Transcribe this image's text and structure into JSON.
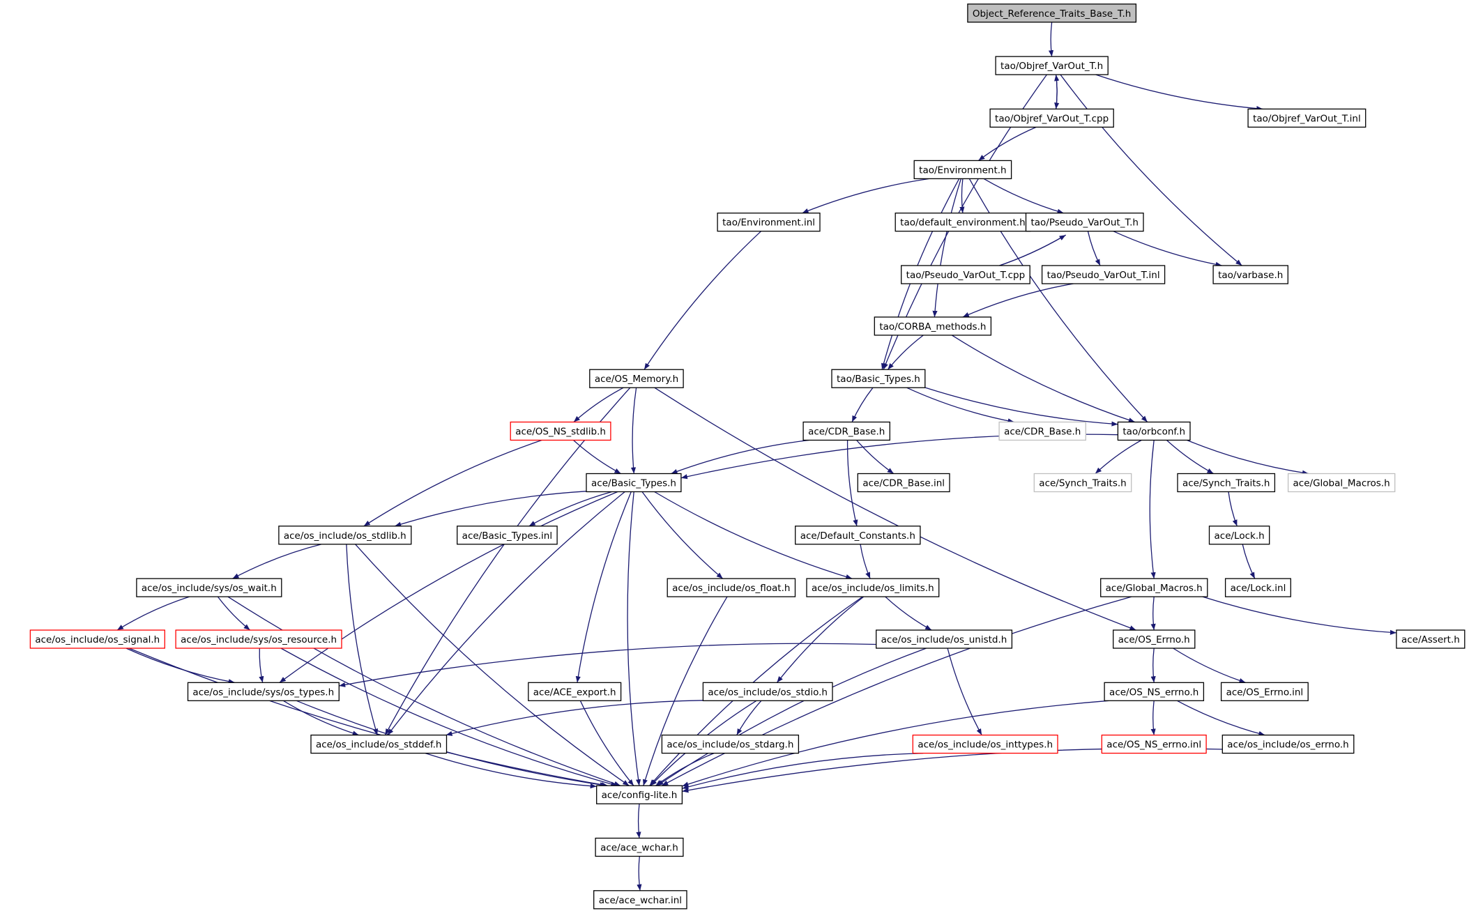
{
  "diagram": {
    "colors": {
      "edge": "#191970",
      "node_border": "#000000",
      "node_border_missing": "#ff0000",
      "node_border_external": "#bfbfbf",
      "node_fill_root": "#bfbfbf",
      "node_fill": "#ffffff",
      "text": "#000000"
    },
    "nodes": [
      {
        "id": "root",
        "label": "Object_Reference_Traits_Base_T.h",
        "style": "root"
      },
      {
        "id": "objref_varout_h",
        "label": "tao/Objref_VarOut_T.h",
        "style": "normal"
      },
      {
        "id": "objref_varout_cpp",
        "label": "tao/Objref_VarOut_T.cpp",
        "style": "normal"
      },
      {
        "id": "objref_varout_inl",
        "label": "tao/Objref_VarOut_T.inl",
        "style": "normal"
      },
      {
        "id": "environment_h",
        "label": "tao/Environment.h",
        "style": "normal"
      },
      {
        "id": "environment_inl",
        "label": "tao/Environment.inl",
        "style": "normal"
      },
      {
        "id": "default_environment_h",
        "label": "tao/default_environment.h",
        "style": "normal"
      },
      {
        "id": "pseudo_varout_h",
        "label": "tao/Pseudo_VarOut_T.h",
        "style": "normal"
      },
      {
        "id": "pseudo_varout_cpp",
        "label": "tao/Pseudo_VarOut_T.cpp",
        "style": "normal"
      },
      {
        "id": "pseudo_varout_inl",
        "label": "tao/Pseudo_VarOut_T.inl",
        "style": "normal"
      },
      {
        "id": "varbase_h",
        "label": "tao/varbase.h",
        "style": "normal"
      },
      {
        "id": "corba_methods_h",
        "label": "tao/CORBA_methods.h",
        "style": "normal"
      },
      {
        "id": "os_memory_h",
        "label": "ace/OS_Memory.h",
        "style": "normal"
      },
      {
        "id": "tao_basic_types_h",
        "label": "tao/Basic_Types.h",
        "style": "normal"
      },
      {
        "id": "os_ns_stdlib_h",
        "label": "ace/OS_NS_stdlib.h",
        "style": "missing"
      },
      {
        "id": "ace_cdr_base_h",
        "label": "ace/CDR_Base.h",
        "style": "normal"
      },
      {
        "id": "ace_cdr_base_h_ext",
        "label": "ace/CDR_Base.h",
        "style": "external"
      },
      {
        "id": "orbconf_h",
        "label": "tao/orbconf.h",
        "style": "normal"
      },
      {
        "id": "ace_basic_types_h",
        "label": "ace/Basic_Types.h",
        "style": "normal"
      },
      {
        "id": "cdr_base_inl",
        "label": "ace/CDR_Base.inl",
        "style": "normal"
      },
      {
        "id": "synch_traits_h_ext",
        "label": "ace/Synch_Traits.h",
        "style": "external"
      },
      {
        "id": "synch_traits_h",
        "label": "ace/Synch_Traits.h",
        "style": "normal"
      },
      {
        "id": "global_macros_h_ext",
        "label": "ace/Global_Macros.h",
        "style": "external"
      },
      {
        "id": "os_stdlib_h",
        "label": "ace/os_include/os_stdlib.h",
        "style": "normal"
      },
      {
        "id": "basic_types_inl",
        "label": "ace/Basic_Types.inl",
        "style": "normal"
      },
      {
        "id": "default_constants_h",
        "label": "ace/Default_Constants.h",
        "style": "normal"
      },
      {
        "id": "lock_h",
        "label": "ace/Lock.h",
        "style": "normal"
      },
      {
        "id": "os_wait_h",
        "label": "ace/os_include/sys/os_wait.h",
        "style": "normal"
      },
      {
        "id": "os_float_h",
        "label": "ace/os_include/os_float.h",
        "style": "normal"
      },
      {
        "id": "os_limits_h",
        "label": "ace/os_include/os_limits.h",
        "style": "normal"
      },
      {
        "id": "global_macros_h",
        "label": "ace/Global_Macros.h",
        "style": "normal"
      },
      {
        "id": "lock_inl",
        "label": "ace/Lock.inl",
        "style": "normal"
      },
      {
        "id": "os_signal_h",
        "label": "ace/os_include/os_signal.h",
        "style": "missing"
      },
      {
        "id": "os_resource_h",
        "label": "ace/os_include/sys/os_resource.h",
        "style": "missing"
      },
      {
        "id": "os_unistd_h",
        "label": "ace/os_include/os_unistd.h",
        "style": "normal"
      },
      {
        "id": "os_errno_h",
        "label": "ace/OS_Errno.h",
        "style": "normal"
      },
      {
        "id": "assert_h",
        "label": "ace/Assert.h",
        "style": "normal"
      },
      {
        "id": "os_types_h",
        "label": "ace/os_include/sys/os_types.h",
        "style": "normal"
      },
      {
        "id": "ace_export_h",
        "label": "ace/ACE_export.h",
        "style": "normal"
      },
      {
        "id": "os_stdio_h",
        "label": "ace/os_include/os_stdio.h",
        "style": "normal"
      },
      {
        "id": "os_ns_errno_h",
        "label": "ace/OS_NS_errno.h",
        "style": "normal"
      },
      {
        "id": "os_errno_inl",
        "label": "ace/OS_Errno.inl",
        "style": "normal"
      },
      {
        "id": "os_stddef_h",
        "label": "ace/os_include/os_stddef.h",
        "style": "normal"
      },
      {
        "id": "os_stdarg_h",
        "label": "ace/os_include/os_stdarg.h",
        "style": "normal"
      },
      {
        "id": "os_inttypes_h",
        "label": "ace/os_include/os_inttypes.h",
        "style": "missing"
      },
      {
        "id": "os_ns_errno_inl",
        "label": "ace/OS_NS_errno.inl",
        "style": "missing"
      },
      {
        "id": "os_include_errno_h",
        "label": "ace/os_include/os_errno.h",
        "style": "normal"
      },
      {
        "id": "config_lite_h",
        "label": "ace/config-lite.h",
        "style": "normal"
      },
      {
        "id": "ace_wchar_h",
        "label": "ace/ace_wchar.h",
        "style": "normal"
      },
      {
        "id": "ace_wchar_inl",
        "label": "ace/ace_wchar.inl",
        "style": "normal"
      }
    ],
    "edges": [
      [
        "root",
        "objref_varout_h"
      ],
      [
        "objref_varout_h",
        "objref_varout_cpp"
      ],
      [
        "objref_varout_cpp",
        "objref_varout_h"
      ],
      [
        "objref_varout_h",
        "objref_varout_inl"
      ],
      [
        "objref_varout_h",
        "varbase_h"
      ],
      [
        "objref_varout_h",
        "tao_basic_types_h"
      ],
      [
        "objref_varout_cpp",
        "environment_h"
      ],
      [
        "environment_h",
        "environment_inl"
      ],
      [
        "environment_h",
        "default_environment_h"
      ],
      [
        "environment_h",
        "pseudo_varout_h"
      ],
      [
        "environment_h",
        "corba_methods_h"
      ],
      [
        "environment_h",
        "tao_basic_types_h"
      ],
      [
        "environment_h",
        "orbconf_h"
      ],
      [
        "pseudo_varout_h",
        "pseudo_varout_cpp"
      ],
      [
        "pseudo_varout_cpp",
        "pseudo_varout_h"
      ],
      [
        "pseudo_varout_h",
        "pseudo_varout_inl"
      ],
      [
        "pseudo_varout_h",
        "varbase_h"
      ],
      [
        "pseudo_varout_inl",
        "corba_methods_h"
      ],
      [
        "corba_methods_h",
        "tao_basic_types_h"
      ],
      [
        "corba_methods_h",
        "orbconf_h"
      ],
      [
        "environment_inl",
        "os_memory_h"
      ],
      [
        "tao_basic_types_h",
        "ace_cdr_base_h"
      ],
      [
        "tao_basic_types_h",
        "ace_cdr_base_h_ext"
      ],
      [
        "tao_basic_types_h",
        "orbconf_h"
      ],
      [
        "os_memory_h",
        "os_ns_stdlib_h"
      ],
      [
        "os_memory_h",
        "ace_basic_types_h"
      ],
      [
        "os_memory_h",
        "os_stddef_h"
      ],
      [
        "os_memory_h",
        "os_errno_h"
      ],
      [
        "os_ns_stdlib_h",
        "ace_basic_types_h"
      ],
      [
        "os_ns_stdlib_h",
        "os_stdlib_h"
      ],
      [
        "ace_cdr_base_h",
        "ace_basic_types_h"
      ],
      [
        "ace_cdr_base_h",
        "cdr_base_inl"
      ],
      [
        "ace_cdr_base_h",
        "default_constants_h"
      ],
      [
        "orbconf_h",
        "ace_basic_types_h"
      ],
      [
        "orbconf_h",
        "synch_traits_h_ext"
      ],
      [
        "orbconf_h",
        "synch_traits_h"
      ],
      [
        "orbconf_h",
        "global_macros_h_ext"
      ],
      [
        "orbconf_h",
        "global_macros_h"
      ],
      [
        "synch_traits_h",
        "lock_h"
      ],
      [
        "lock_h",
        "lock_inl"
      ],
      [
        "ace_basic_types_h",
        "os_stdlib_h"
      ],
      [
        "ace_basic_types_h",
        "basic_types_inl"
      ],
      [
        "ace_basic_types_h",
        "os_float_h"
      ],
      [
        "ace_basic_types_h",
        "os_limits_h"
      ],
      [
        "ace_basic_types_h",
        "ace_export_h"
      ],
      [
        "ace_basic_types_h",
        "config_lite_h"
      ],
      [
        "ace_basic_types_h",
        "os_types_h"
      ],
      [
        "ace_basic_types_h",
        "os_stddef_h"
      ],
      [
        "default_constants_h",
        "os_limits_h"
      ],
      [
        "os_stdlib_h",
        "os_wait_h"
      ],
      [
        "os_stdlib_h",
        "os_stddef_h"
      ],
      [
        "os_stdlib_h",
        "config_lite_h"
      ],
      [
        "os_wait_h",
        "os_signal_h"
      ],
      [
        "os_wait_h",
        "os_resource_h"
      ],
      [
        "os_wait_h",
        "config_lite_h"
      ],
      [
        "os_signal_h",
        "os_types_h"
      ],
      [
        "os_signal_h",
        "config_lite_h"
      ],
      [
        "os_resource_h",
        "os_types_h"
      ],
      [
        "os_resource_h",
        "config_lite_h"
      ],
      [
        "os_float_h",
        "config_lite_h"
      ],
      [
        "os_limits_h",
        "os_unistd_h"
      ],
      [
        "os_limits_h",
        "os_stdio_h"
      ],
      [
        "os_limits_h",
        "config_lite_h"
      ],
      [
        "os_unistd_h",
        "os_types_h"
      ],
      [
        "os_unistd_h",
        "os_inttypes_h"
      ],
      [
        "os_unistd_h",
        "config_lite_h"
      ],
      [
        "os_types_h",
        "os_stddef_h"
      ],
      [
        "os_types_h",
        "config_lite_h"
      ],
      [
        "os_stdio_h",
        "os_stddef_h"
      ],
      [
        "os_stdio_h",
        "os_stdarg_h"
      ],
      [
        "os_stdio_h",
        "config_lite_h"
      ],
      [
        "os_stddef_h",
        "config_lite_h"
      ],
      [
        "os_stdarg_h",
        "config_lite_h"
      ],
      [
        "os_inttypes_h",
        "config_lite_h"
      ],
      [
        "ace_export_h",
        "config_lite_h"
      ],
      [
        "global_macros_h",
        "os_errno_h"
      ],
      [
        "global_macros_h",
        "assert_h"
      ],
      [
        "global_macros_h",
        "config_lite_h"
      ],
      [
        "os_errno_h",
        "os_ns_errno_h"
      ],
      [
        "os_errno_h",
        "os_errno_inl"
      ],
      [
        "os_ns_errno_h",
        "os_ns_errno_inl"
      ],
      [
        "os_ns_errno_h",
        "os_include_errno_h"
      ],
      [
        "os_ns_errno_h",
        "config_lite_h"
      ],
      [
        "os_include_errno_h",
        "config_lite_h"
      ],
      [
        "config_lite_h",
        "ace_wchar_h"
      ],
      [
        "ace_wchar_h",
        "ace_wchar_inl"
      ]
    ]
  }
}
